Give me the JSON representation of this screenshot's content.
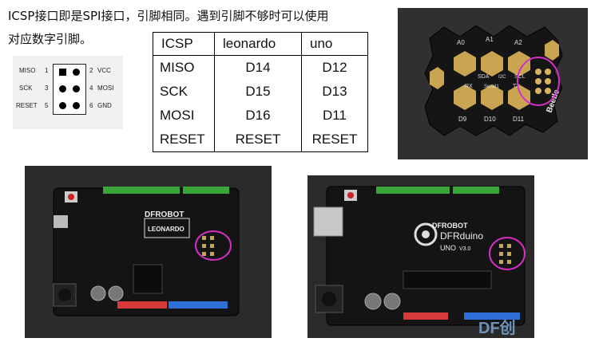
{
  "intro": {
    "line1": "ICSP接口即是SPI接口，引脚相同。遇到引脚不够时可以使用",
    "line2": "对应数字引脚。"
  },
  "pinout": {
    "left": [
      {
        "name": "MISO",
        "num": "1"
      },
      {
        "name": "SCK",
        "num": "3"
      },
      {
        "name": "RESET",
        "num": "5"
      }
    ],
    "right": [
      {
        "num": "2",
        "name": "VCC"
      },
      {
        "num": "4",
        "name": "MOSI"
      },
      {
        "num": "6",
        "name": "GND"
      }
    ]
  },
  "table": {
    "headers": [
      "ICSP",
      "leonardo",
      "uno"
    ],
    "rows": [
      [
        "MISO",
        "D14",
        "D12"
      ],
      [
        "SCK",
        "D15",
        "D13"
      ],
      [
        "MOSI",
        "D16",
        "D11"
      ],
      [
        "RESET",
        "RESET",
        "RESET"
      ]
    ]
  },
  "photos": {
    "beetle": {
      "brand": "Beetle",
      "pads": [
        "A0",
        "A1",
        "A2",
        "D9",
        "D10",
        "D11"
      ],
      "silk": [
        "SCL",
        "SDA",
        "RX",
        "TX",
        "Serial1",
        "I2C"
      ]
    },
    "leonardo": {
      "brand": "DFROBOT",
      "model": "LEONARDO"
    },
    "uno": {
      "brand": "DFROBOT",
      "model": "DFRduino",
      "sub": "UNO",
      "version": "V3.0",
      "watermark": "DF创"
    }
  },
  "colors": {
    "board": "#1a1a1a",
    "photo_bg": "#2b2b2b",
    "highlight": "#d62fc6",
    "header_green": "#3aa63a",
    "header_red": "#d83a3a",
    "header_blue": "#2f6fd8",
    "pad_gold": "#c9a451"
  }
}
